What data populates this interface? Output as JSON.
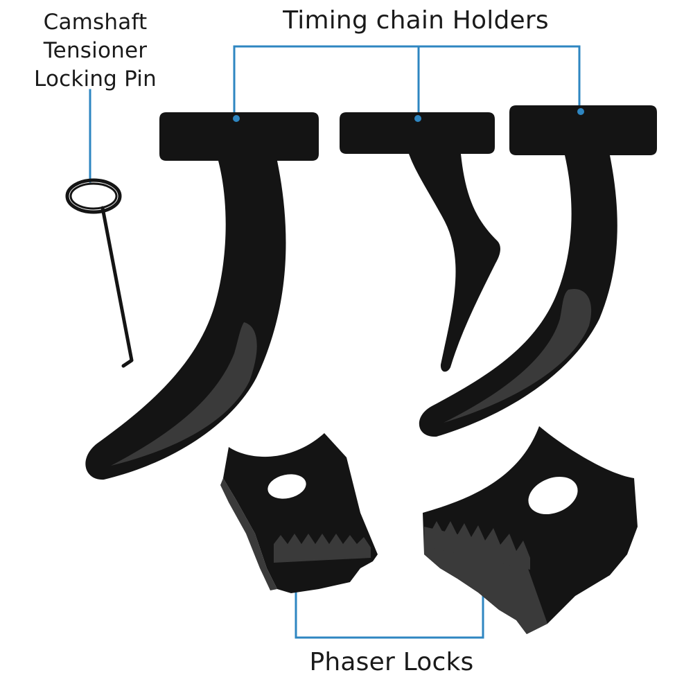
{
  "labels": {
    "pin_line1": "Camshaft",
    "pin_line2": "Tensioner",
    "pin_line3": "Locking Pin",
    "holders": "Timing chain Holders",
    "phaser": "Phaser Locks"
  },
  "colors": {
    "callout": "#2e86c1",
    "tool": "#141414",
    "tool_highlight": "#3a3a3a",
    "background": "#ffffff",
    "text": "#1a1a1a"
  }
}
